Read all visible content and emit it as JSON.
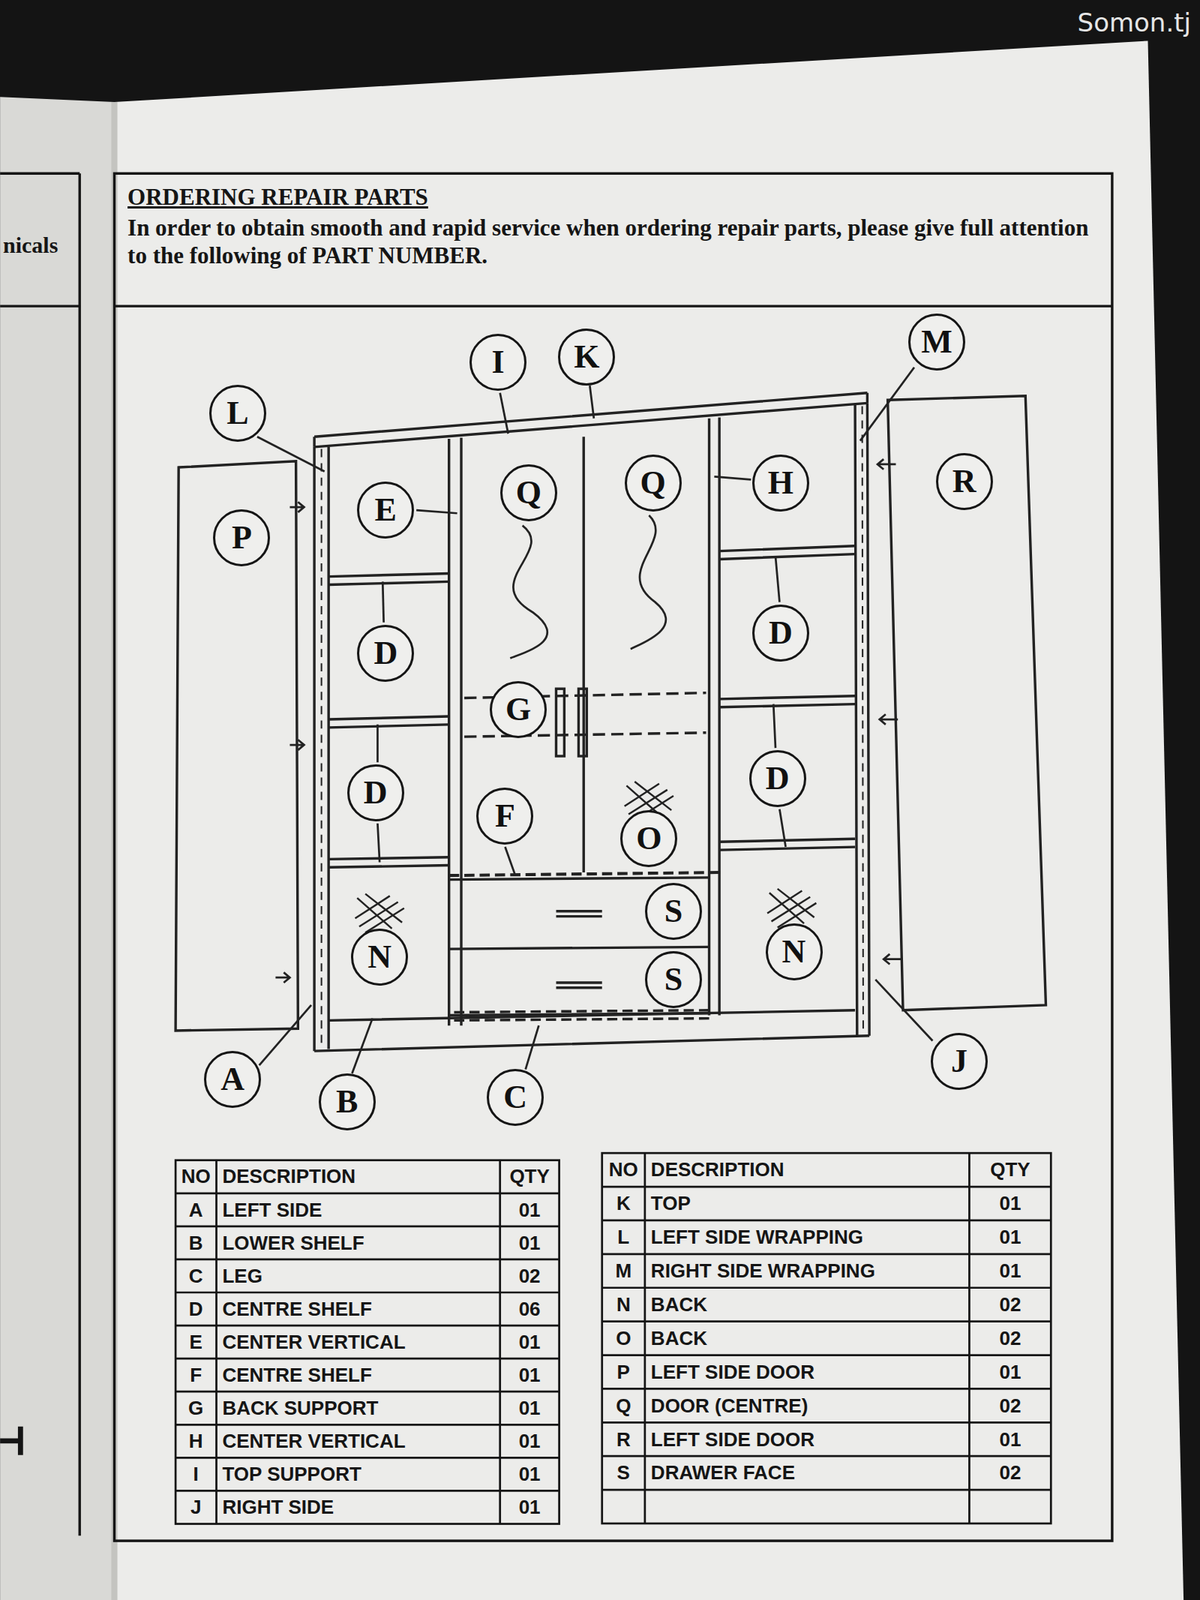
{
  "diagram": {
    "title": "ORDERING REPAIR PARTS",
    "nodes": [
      {
        "text": [
          "I"
        ]
      },
      {
        "text": [
          "K"
        ]
      },
      {
        "text": [
          "M"
        ]
      },
      {
        "text": [
          "L"
        ]
      },
      {
        "text": [
          "R"
        ]
      },
      {
        "text": [
          "H"
        ]
      },
      {
        "text": [
          "Q"
        ]
      },
      {
        "text": [
          "Q"
        ]
      },
      {
        "text": [
          "E"
        ]
      },
      {
        "text": [
          "P"
        ]
      },
      {
        "text": [
          "D"
        ]
      },
      {
        "text": [
          "D"
        ]
      },
      {
        "text": [
          "G"
        ]
      },
      {
        "text": [
          "D"
        ]
      },
      {
        "text": [
          "D"
        ]
      },
      {
        "text": [
          "F"
        ]
      },
      {
        "text": [
          "O"
        ]
      },
      {
        "text": [
          "S"
        ]
      },
      {
        "text": [
          "N"
        ]
      },
      {
        "text": [
          "N"
        ]
      },
      {
        "text": [
          "S"
        ]
      },
      {
        "text": [
          "J"
        ]
      },
      {
        "text": [
          "A"
        ]
      },
      {
        "text": [
          "B"
        ]
      },
      {
        "text": [
          "C"
        ]
      }
    ],
    "labels": [
      "nicals",
      "In order to obtain smooth and rapid service when ordering repair parts, please give full attention to the following of PART NUMBER.",
      "NO",
      "DESCRIPTION",
      "QTY",
      "A",
      "LEFT SIDE",
      "01",
      "B",
      "LOWER SHELF",
      "01",
      "C",
      "LEG",
      "02",
      "D",
      "CENTRE SHELF",
      "06",
      "E",
      "CENTER VERTICAL",
      "01",
      "F",
      "CENTRE SHELF",
      "01",
      "G",
      "BACK SUPPORT",
      "01",
      "H",
      "CENTER VERTICAL",
      "01",
      "I",
      "TOP SUPPORT",
      "01",
      "J",
      "RIGHT SIDE",
      "01",
      "NO",
      "DESCRIPTION",
      "QTY",
      "K",
      "TOP",
      "01",
      "L",
      "LEFT SIDE WRAPPING",
      "01",
      "M",
      "RIGHT SIDE WRAPPING",
      "01",
      "N",
      "BACK",
      "02",
      "O",
      "BACK",
      "02",
      "P",
      "LEFT SIDE DOOR",
      "01",
      "Q",
      "DOOR (CENTRE)",
      "02",
      "R",
      "LEFT SIDE DOOR",
      "01",
      "S",
      "DRAWER FACE",
      "02",
      "Somon.tj"
    ]
  }
}
